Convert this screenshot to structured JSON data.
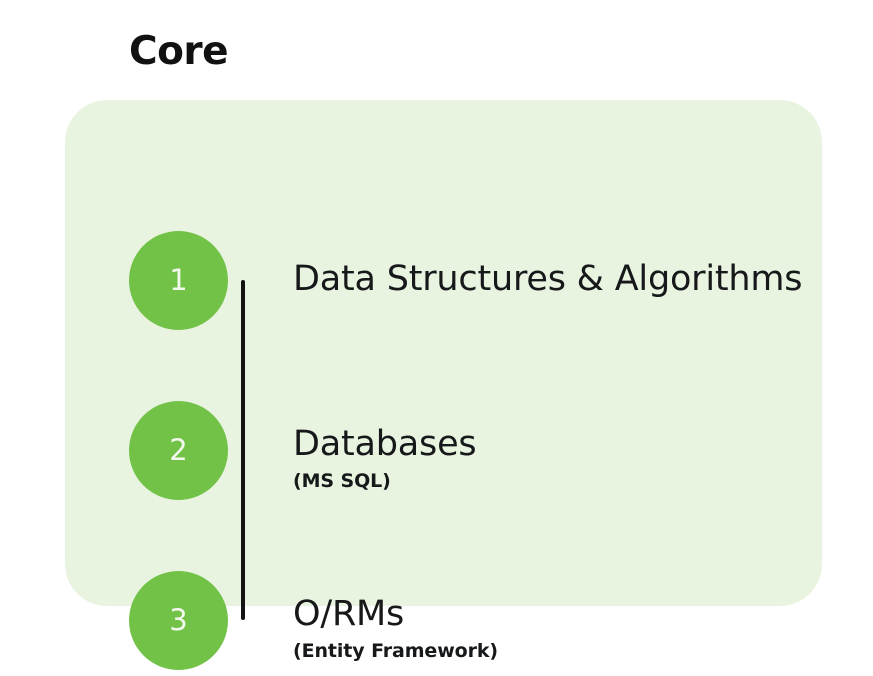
{
  "section": {
    "title": "Core"
  },
  "colors": {
    "page_background": "#ffffff",
    "card_background": "#e8f3e0",
    "badge_green": "#71c247",
    "badge_number": "#f2f8ee",
    "connector_line": "#131313",
    "text": "#16181a",
    "title_text": "#111111"
  },
  "roadmap": {
    "steps": [
      {
        "number": "1",
        "label": "Data Structures & Algorithms",
        "sub": ""
      },
      {
        "number": "2",
        "label": "Databases",
        "sub": "(MS SQL)"
      },
      {
        "number": "3",
        "label": "O/RMs",
        "sub": "(Entity Framework)"
      }
    ]
  }
}
